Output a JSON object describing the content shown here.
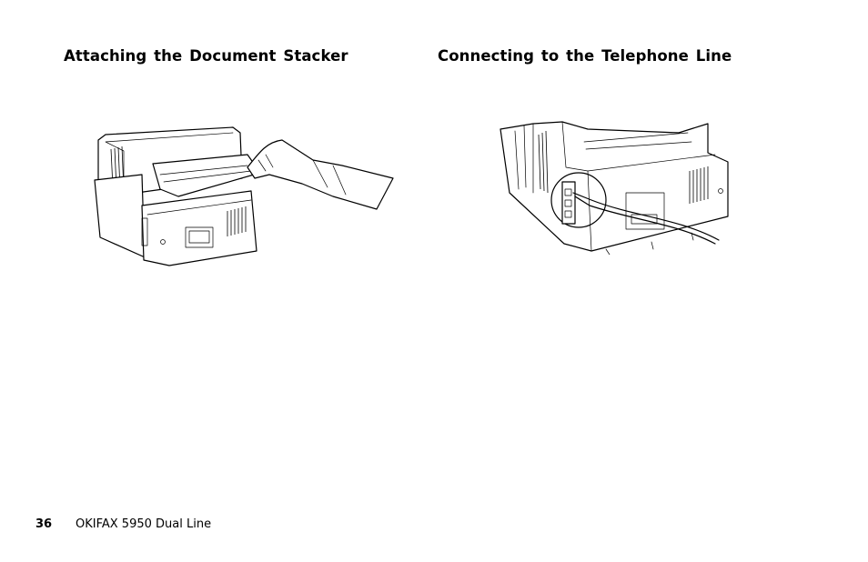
{
  "sections": {
    "left": {
      "heading": "Attaching the Document Stacker"
    },
    "right": {
      "heading": "Connecting to the Telephone Line"
    }
  },
  "figures": {
    "left": {
      "icon": "fax-document-stacker-illustration"
    },
    "right": {
      "icon": "fax-telephone-line-illustration"
    }
  },
  "footer": {
    "page_number": "36",
    "product": "OKIFAX 5950 Dual Line"
  }
}
